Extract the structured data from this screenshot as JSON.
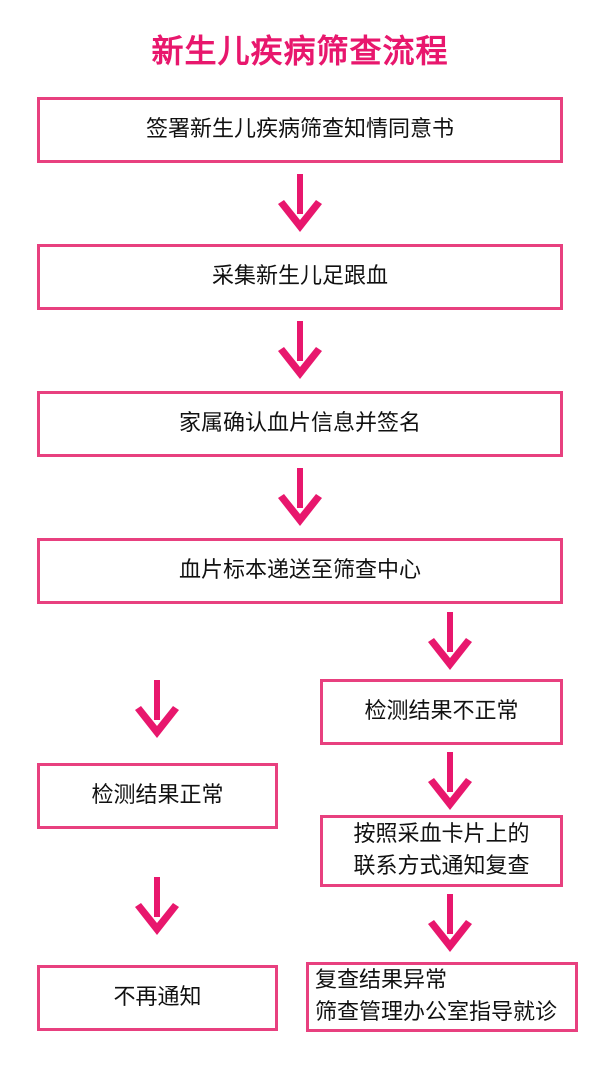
{
  "title": "新生儿疾病筛查流程",
  "colors": {
    "accent": "#e8176d",
    "box_border": "#e8407f",
    "text": "#111111"
  },
  "steps": {
    "consent": "签署新生儿疾病筛查知情同意书",
    "collect": "采集新生儿足跟血",
    "confirm": "家属确认血片信息并签名",
    "deliver": "血片标本递送至筛查中心"
  },
  "normal_branch": {
    "result": "检测结果正常",
    "outcome": "不再通知"
  },
  "abnormal_branch": {
    "result": "检测结果不正常",
    "recheck_line1": "按照采血卡片上的",
    "recheck_line2": "联系方式通知复查",
    "final_line1": "复查结果异常",
    "final_line2": "筛查管理办公室指导就诊"
  }
}
